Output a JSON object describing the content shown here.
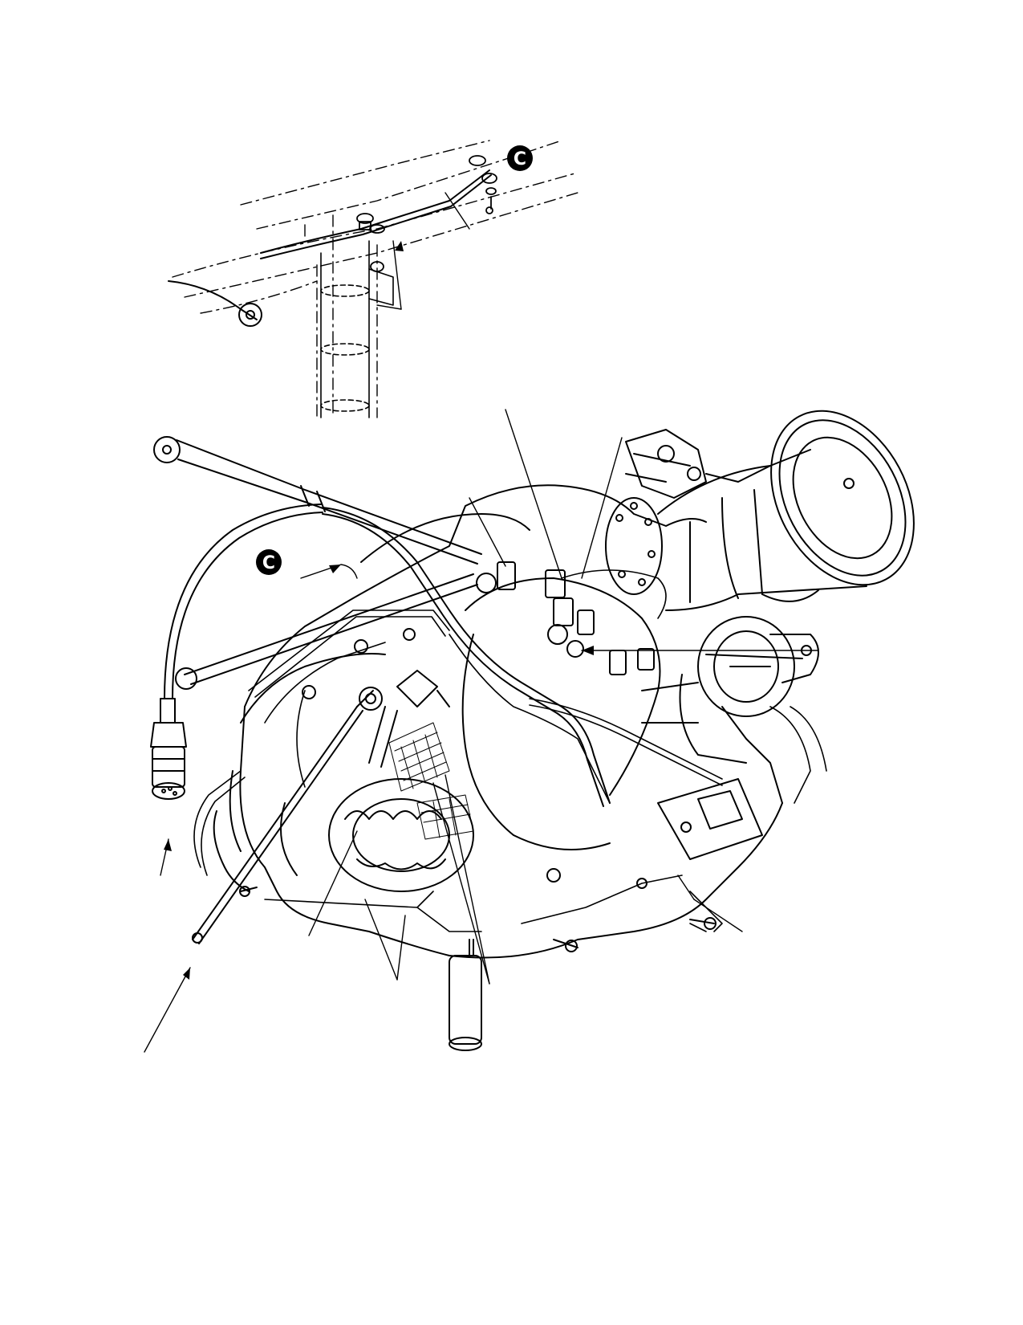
{
  "figure": {
    "callouts": [
      "C",
      "C"
    ]
  },
  "colors": {
    "ink": "#000000",
    "paper": "#ffffff"
  },
  "icons": [
    "detail-callout-c-top",
    "detail-callout-c-engine"
  ]
}
